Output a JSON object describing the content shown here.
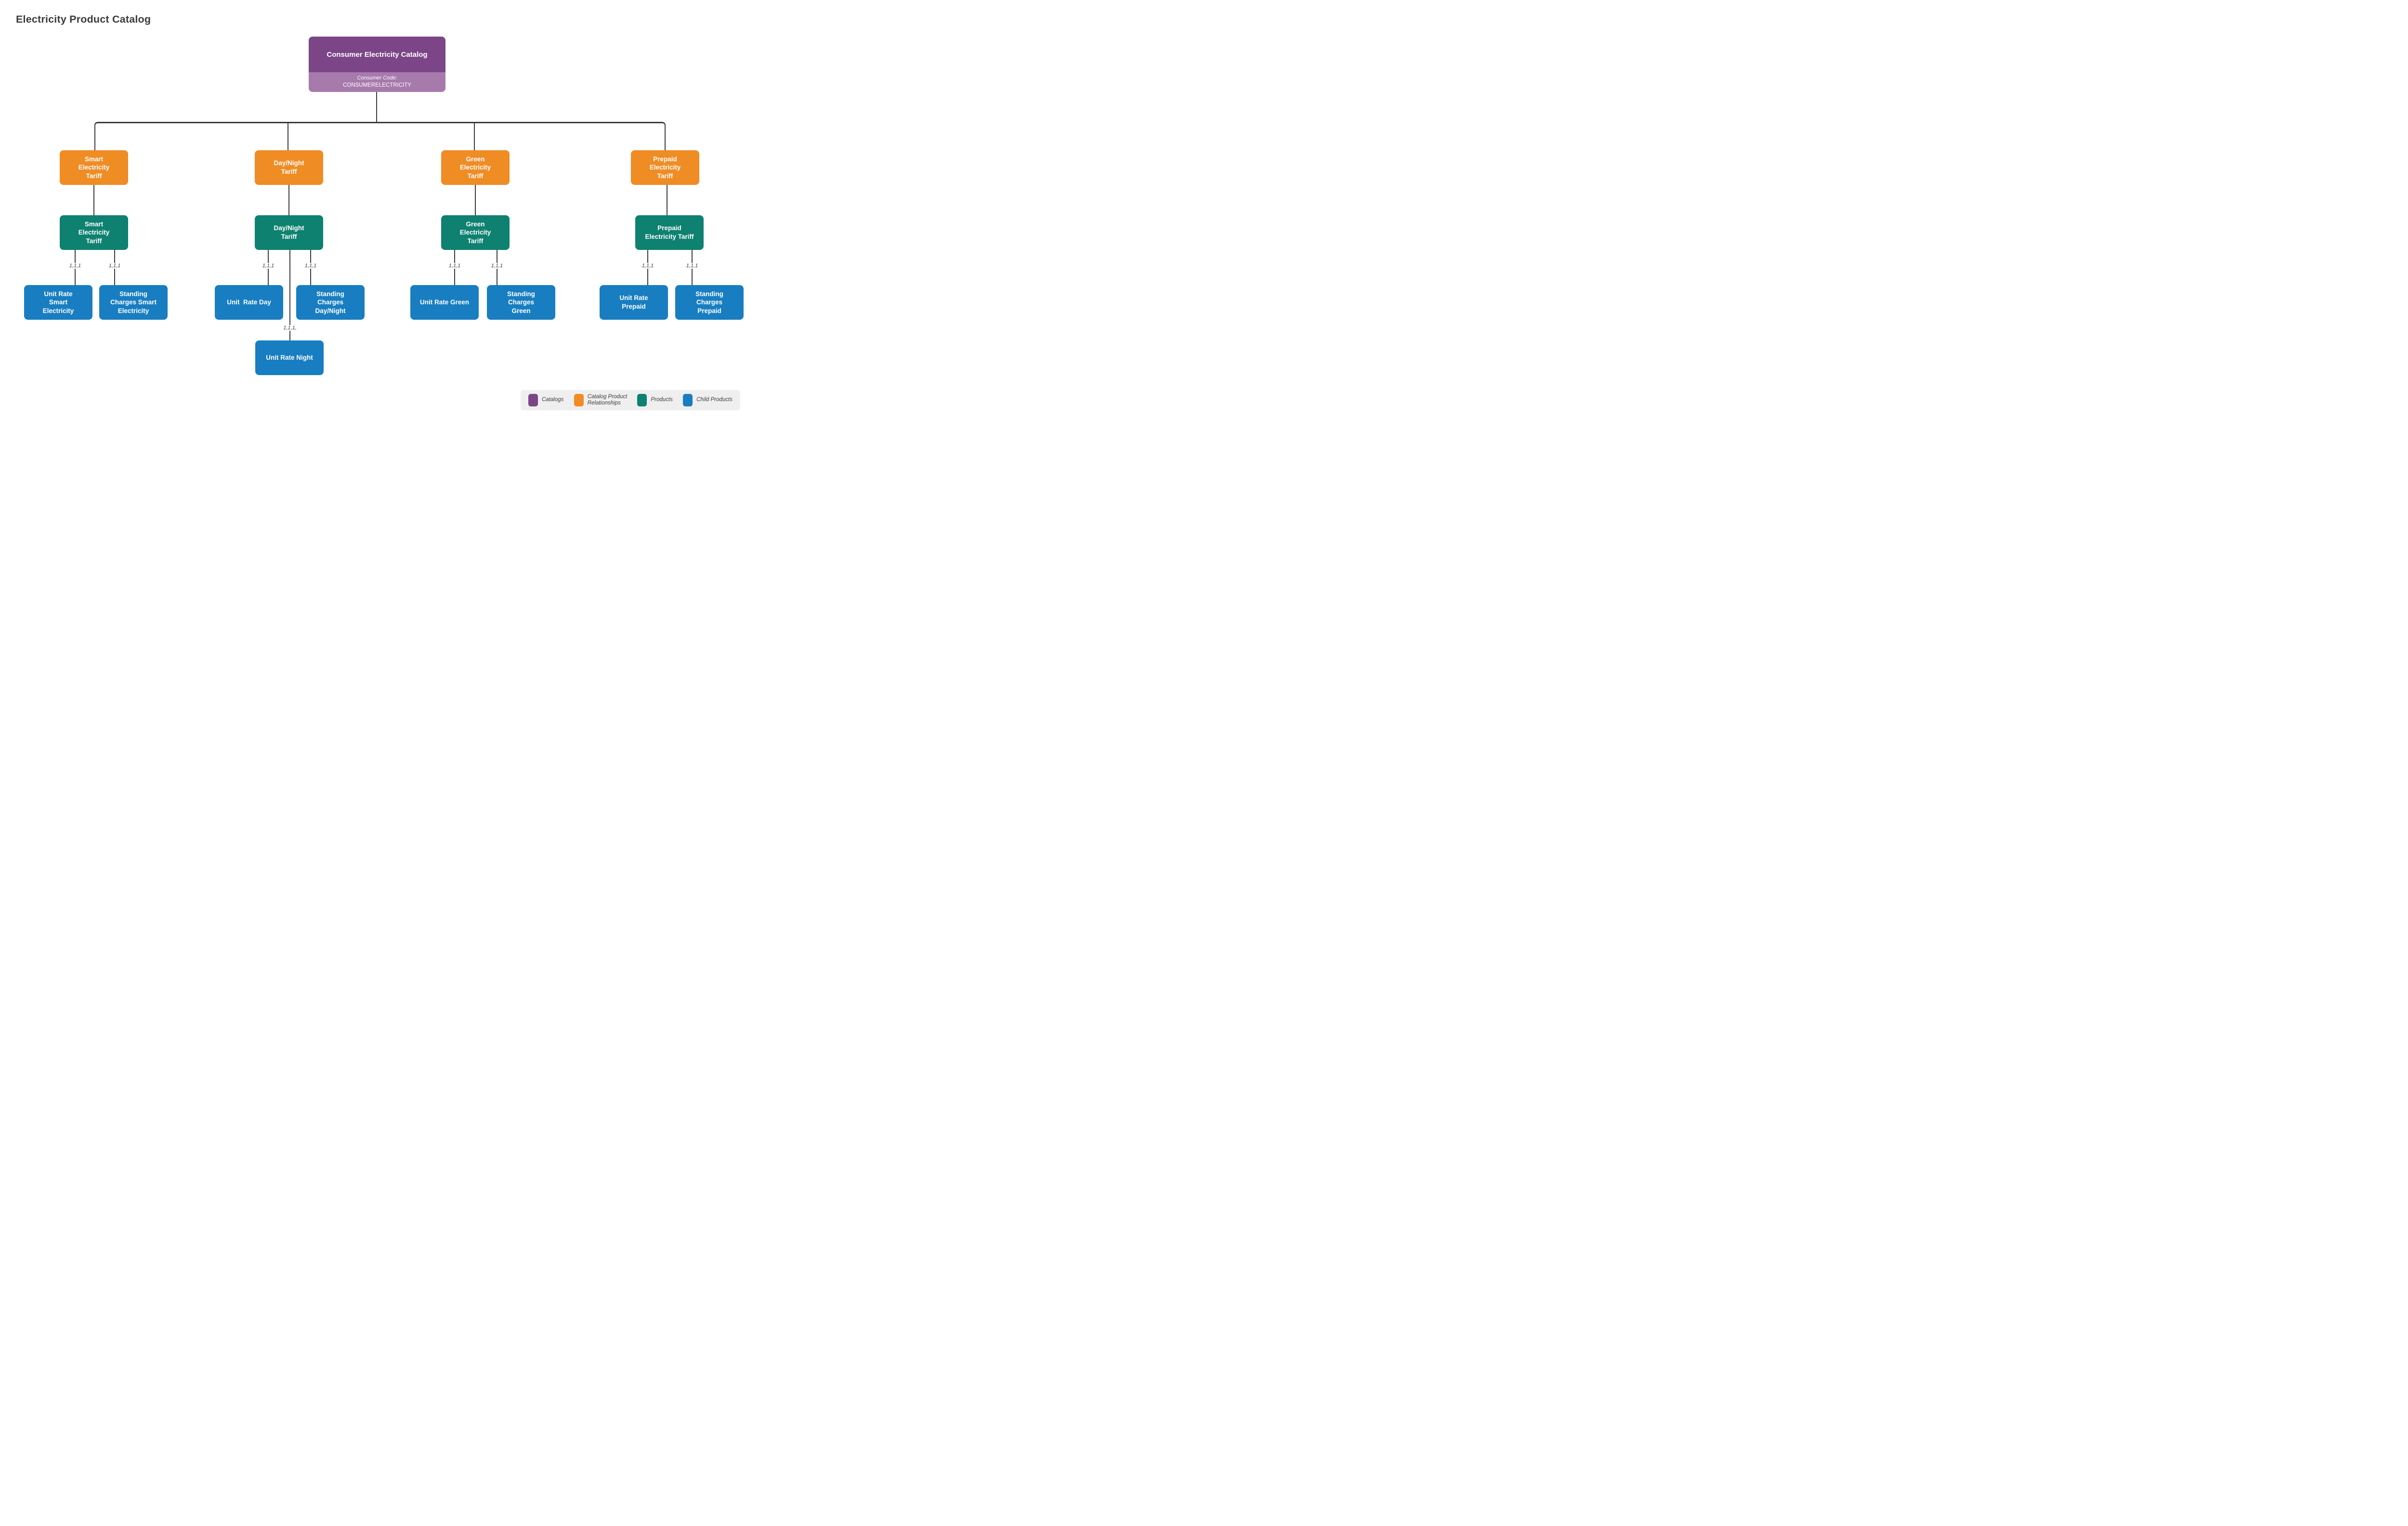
{
  "page_title": "Electricity Product Catalog",
  "root": {
    "title": "Consumer Electricity Catalog",
    "code_label": "Consumer Code:",
    "code_value": "CONSUMERELECTRICITY"
  },
  "columns": [
    {
      "relationship": "Smart\nElectricity\nTariff",
      "product": "Smart\nElectricity\nTariff",
      "children": [
        {
          "cardinality": "1,1,1",
          "label": "Unit Rate\nSmart\nElectricity"
        },
        {
          "cardinality": "1,1,1",
          "label": "Standing\nCharges Smart\nElectricity"
        }
      ]
    },
    {
      "relationship": "Day/Night\nTariff",
      "product": "Day/Night\nTariff",
      "children": [
        {
          "cardinality": "1,1,1",
          "label": "Unit  Rate Day"
        },
        {
          "cardinality": "1,1,1",
          "label": "Standing\nCharges\nDay/Night"
        },
        {
          "cardinality": "1,1,1,",
          "label": "Unit Rate Night"
        }
      ]
    },
    {
      "relationship": "Green\nElectricity\nTariff",
      "product": "Green\nElectricity\nTariff",
      "children": [
        {
          "cardinality": "1,1,1",
          "label": "Unit Rate Green"
        },
        {
          "cardinality": "1,1,1",
          "label": "Standing\nCharges\nGreen"
        }
      ]
    },
    {
      "relationship": "Prepaid\nElectricity\nTariff",
      "product": "Prepaid\nElectricity Tariff",
      "children": [
        {
          "cardinality": "1,1,1",
          "label": "Unit Rate\nPrepaid"
        },
        {
          "cardinality": "1,1,1",
          "label": "Standing\nCharges\nPrepaid"
        }
      ]
    }
  ],
  "legend": {
    "items": [
      {
        "label": "Catalogs"
      },
      {
        "label": "Catalog Product\nRelationships"
      },
      {
        "label": "Products"
      },
      {
        "label": "Child Products"
      }
    ]
  },
  "colors": {
    "catalog": "#7b4587",
    "catalog_light": "#a77aac",
    "relationship": "#ef8c24",
    "product": "#0e8170",
    "child": "#187ec1",
    "connector": "#3a3a3a",
    "legend_bg": "#efefef",
    "text_dark": "#3b3b3b"
  }
}
